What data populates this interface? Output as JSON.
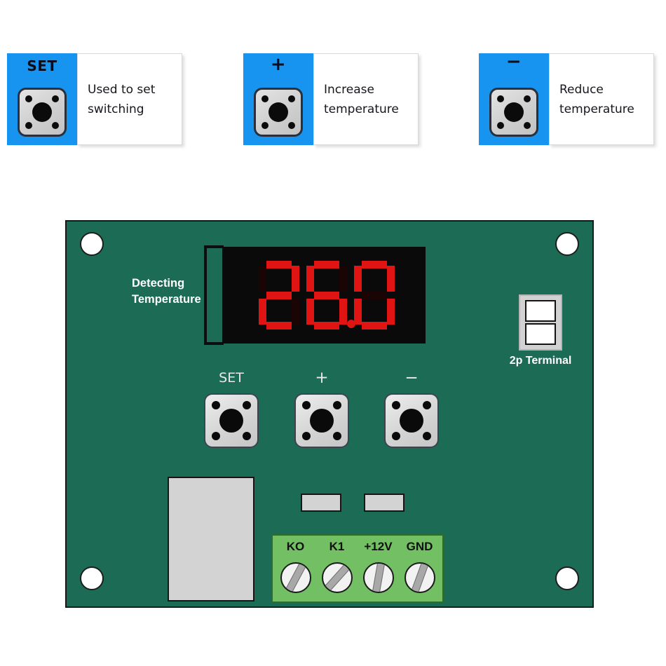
{
  "legend": {
    "cards": [
      {
        "symbol": "SET",
        "icon": "tactile-switch-icon",
        "desc_line1": "Used to set",
        "desc_line2": "switching"
      },
      {
        "symbol": "+",
        "icon": "tactile-switch-icon",
        "desc_line1": "Increase",
        "desc_line2": "temperature"
      },
      {
        "symbol": "−",
        "icon": "tactile-switch-icon",
        "desc_line1": "Reduce",
        "desc_line2": "temperature"
      }
    ]
  },
  "board": {
    "detecting_label_line1": "Detecting",
    "detecting_label_line2": "Temperature",
    "display": {
      "value": "26.0",
      "digits": [
        "2",
        "6",
        "0"
      ],
      "decimal_after_index": 1,
      "segment_color": "#e11414",
      "panel_color": "#0a0a0a"
    },
    "terminal_2p": {
      "label": "2p Terminal",
      "slots": 2
    },
    "buttons": [
      {
        "label": "SET"
      },
      {
        "label": "+"
      },
      {
        "label": "−"
      }
    ],
    "screw_terminal": {
      "labels": [
        "KO",
        "K1",
        "+12V",
        "GND"
      ]
    },
    "colors": {
      "pcb_green": "#1b6b55",
      "terminal_green": "#72c063",
      "tile_blue": "#1794ef",
      "led_red": "#e11414"
    }
  }
}
